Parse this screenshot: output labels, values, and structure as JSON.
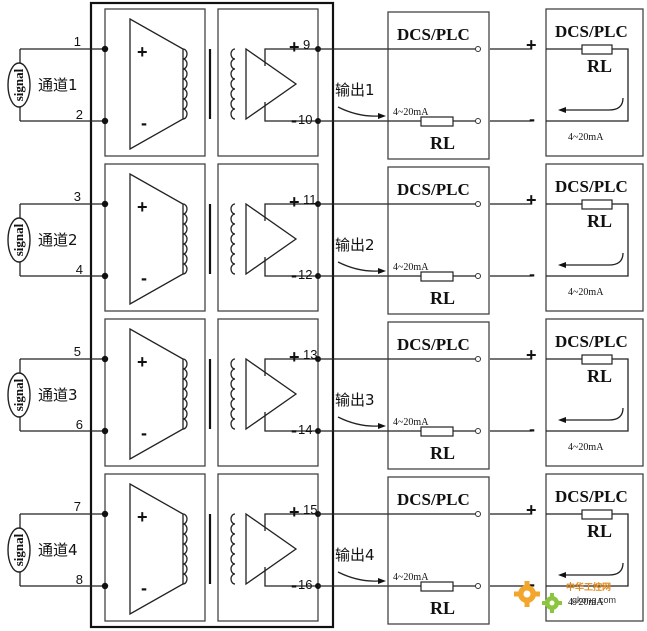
{
  "channels": [
    {
      "label": "通道1",
      "in_pos_pin": "1",
      "in_neg_pin": "2",
      "out_pos_pin": "9",
      "out_neg_pin": "10",
      "output_label": "输出1"
    },
    {
      "label": "通道2",
      "in_pos_pin": "3",
      "in_neg_pin": "4",
      "out_pos_pin": "11",
      "out_neg_pin": "12",
      "output_label": "输出2"
    },
    {
      "label": "通道3",
      "in_pos_pin": "5",
      "in_neg_pin": "6",
      "out_pos_pin": "13",
      "out_neg_pin": "14",
      "output_label": "输出3"
    },
    {
      "label": "通道4",
      "in_pos_pin": "7",
      "in_neg_pin": "8",
      "out_pos_pin": "15",
      "out_neg_pin": "16",
      "output_label": "输出4"
    }
  ],
  "labels": {
    "signal": "signal",
    "plus": "+",
    "minus": "-",
    "dcs_plc": "DCS/PLC",
    "rl": "RL",
    "current_range": "4~20mA"
  },
  "watermark": {
    "text": "中华工控网",
    "url": "gkong.com"
  }
}
